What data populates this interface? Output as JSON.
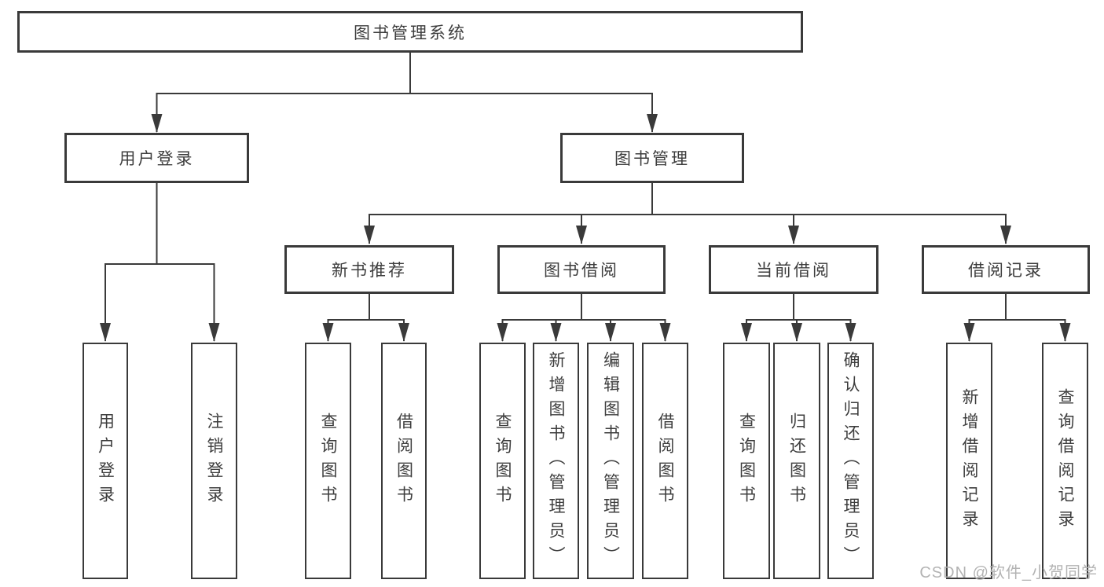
{
  "tree": {
    "root": {
      "label": "图书管理系统"
    },
    "user_login": {
      "label": "用户登录",
      "children": [
        {
          "label": "用户登录"
        },
        {
          "label": "注销登录"
        }
      ]
    },
    "book_mgmt": {
      "label": "图书管理",
      "sections": [
        {
          "label": "新书推荐",
          "children": [
            {
              "label": "查询图书"
            },
            {
              "label": "借阅图书"
            }
          ]
        },
        {
          "label": "图书借阅",
          "children": [
            {
              "label": "查询图书"
            },
            {
              "label": "新增图书（管理员）"
            },
            {
              "label": "编辑图书（管理员）"
            },
            {
              "label": "借阅图书"
            }
          ]
        },
        {
          "label": "当前借阅",
          "children": [
            {
              "label": "查询图书"
            },
            {
              "label": "归还图书"
            },
            {
              "label": "确认归还（管理员）"
            }
          ]
        },
        {
          "label": "借阅记录",
          "children": [
            {
              "label": "新增借阅记录"
            },
            {
              "label": "查询借阅记录"
            }
          ]
        }
      ]
    }
  },
  "watermark": {
    "text": "CSDN @软件_小贺同学",
    "color": "#b3b3b3"
  },
  "colors": {
    "line": "#3a3a3a",
    "border": "#3a3a3a",
    "text": "#3d3d3d",
    "background": "#ffffff"
  }
}
